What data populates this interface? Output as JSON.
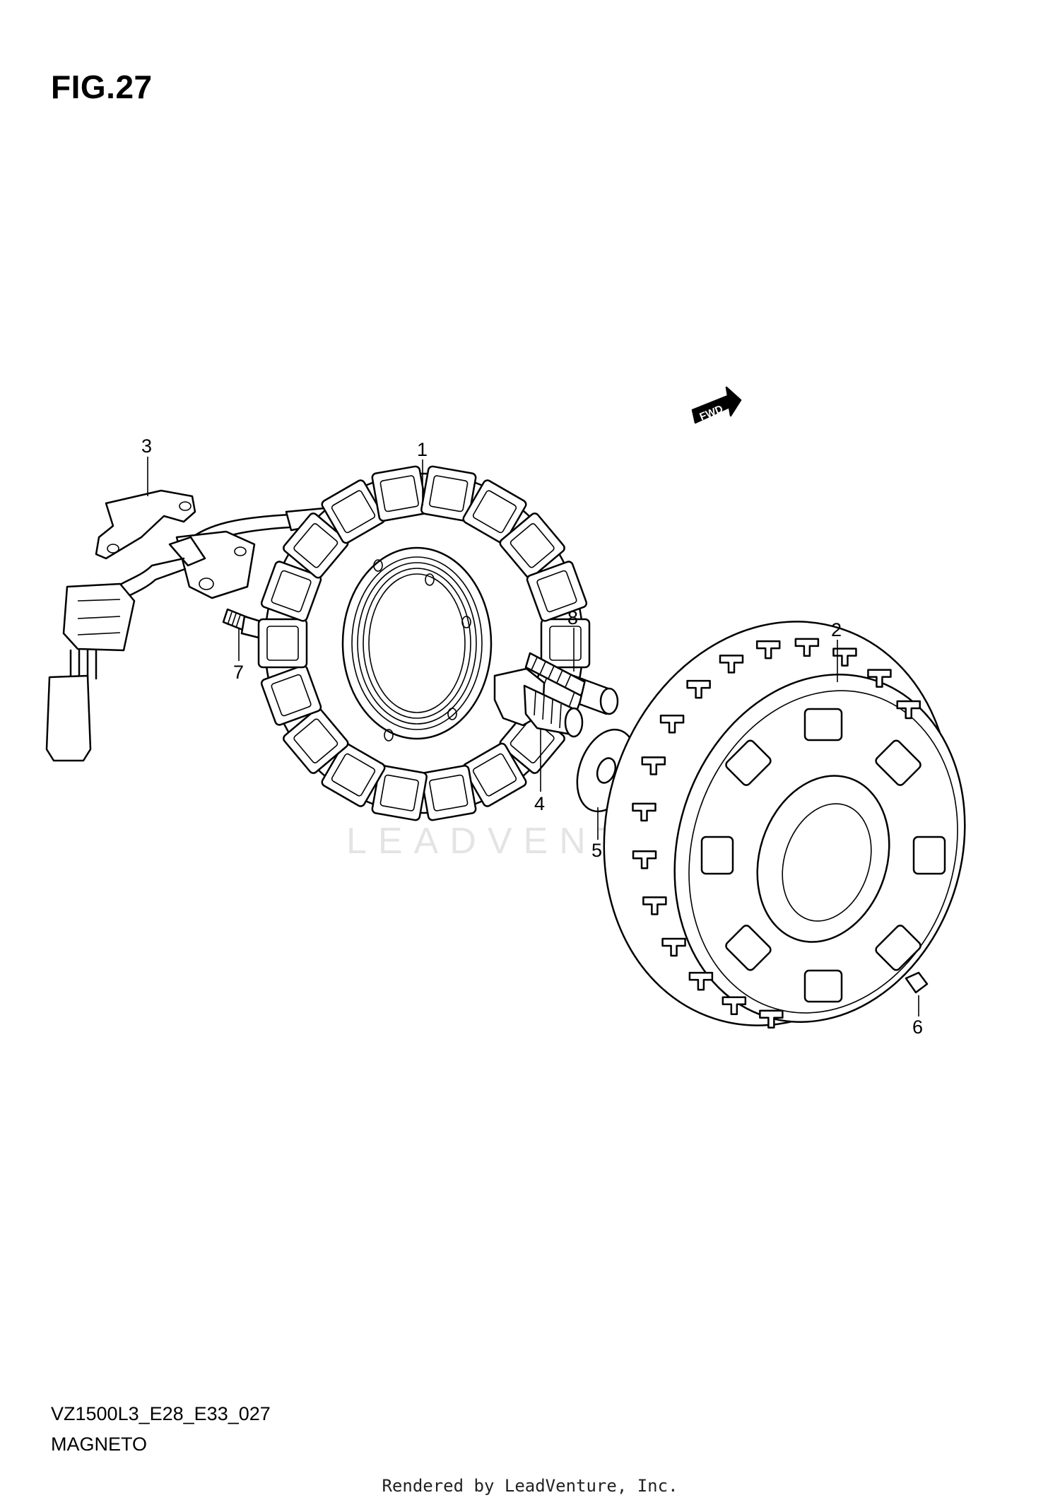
{
  "figure": {
    "title": "FIG.27",
    "model_code": "VZ1500L3_E28_E33_027",
    "section_name": "MAGNETO",
    "credit": "Rendered by LeadVenture, Inc.",
    "watermark": "LEADVENTURE",
    "direction_label": "FWD"
  },
  "callouts": [
    {
      "id": "1",
      "label": "1"
    },
    {
      "id": "2",
      "label": "2"
    },
    {
      "id": "3",
      "label": "3"
    },
    {
      "id": "4",
      "label": "4"
    },
    {
      "id": "5",
      "label": "5"
    },
    {
      "id": "6",
      "label": "6"
    },
    {
      "id": "7",
      "label": "7"
    },
    {
      "id": "8",
      "label": "8"
    }
  ]
}
